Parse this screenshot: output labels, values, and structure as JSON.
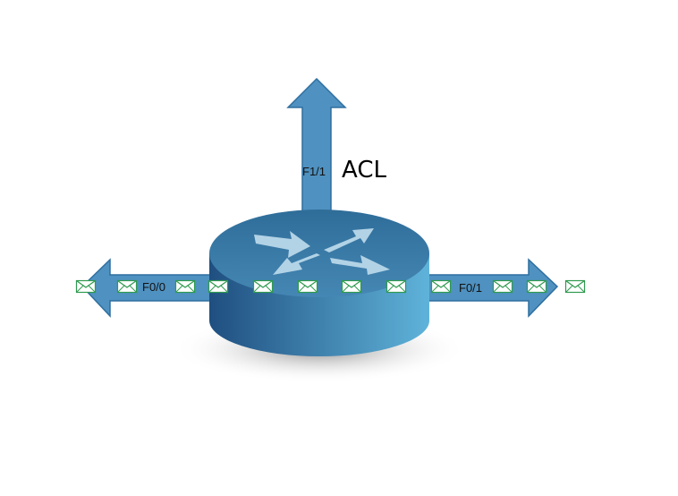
{
  "labels": {
    "port_in": "F0/0",
    "port_out": "F0/1",
    "port_up": "F1/1",
    "acl": "ACL"
  },
  "colors": {
    "arrow_fill": "#4f91c0",
    "arrow_stroke": "#2f6f9f",
    "router_top": "#3c7aa6",
    "router_side_dark": "#1f4f80",
    "router_side_light": "#5fb3da",
    "router_arrows": "#b9d8ea",
    "envelope_stroke": "#2f9a4f",
    "envelope_fill": "#ffffff"
  },
  "icons": {
    "packet": "envelope-icon",
    "router": "router-icon"
  }
}
